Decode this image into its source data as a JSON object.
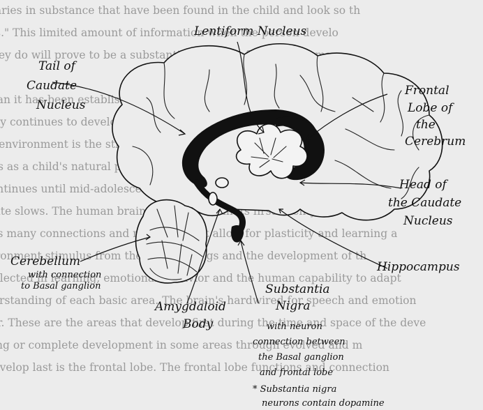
{
  "background_text": [
    "its varies in substance that have been found in the child and look so th",
    "ames.\" This limited amount of information when the person develo",
    "or they do will prove to be a substantial amount of memory/human",
    "In man it has been established that the brain is not completely form",
    "ability continues to develop after birth through the first years of life, n",
    "This environment is the stimulation of the senses and their complexity",
    "ences as a child's natural process of learning and experiencing concept",
    "It continues until mid-adolescence and the process does not stop, although the",
    "its rate slows. The human brain is completed in its first twenty yea",
    "It has many connections and networks that allow for plasticity and learning a",
    "environment stimulus from the surroundings and the development of th",
    "is reflected in learning, emotional behavior and the human capability to adapt",
    "understanding of each basic area. The brain's hardwired for speech and emotion",
    "order. These are the areas that develop first during the time and space of the deve",
    "ending or complete development in some areas through evolved and m",
    "to develop last is the frontal lobe. The frontal lobe functions and connection"
  ],
  "labels": {
    "lentiform": "Lentiform Nucleus",
    "tail": [
      "Tail of",
      "Caudate",
      "Nucleus"
    ],
    "frontal": [
      "Frontal",
      "Lobe of",
      "the",
      "Cerebrum"
    ],
    "head": [
      "Head of",
      "the Caudate",
      "Nucleus"
    ],
    "hippocampus": "Hippocampus",
    "cerebellum": [
      "Cerebellum",
      "with connection",
      "to Basal ganglion"
    ],
    "amygdaloid": [
      "Amygdaloid",
      "Body"
    ],
    "substantia": [
      "Substantia",
      "Nigra",
      "with neuron",
      "connection between",
      "the Basal ganglion",
      "and frontal lobe"
    ],
    "footnote": [
      "* Substantia nigra",
      "neurons contain dopamine"
    ]
  }
}
